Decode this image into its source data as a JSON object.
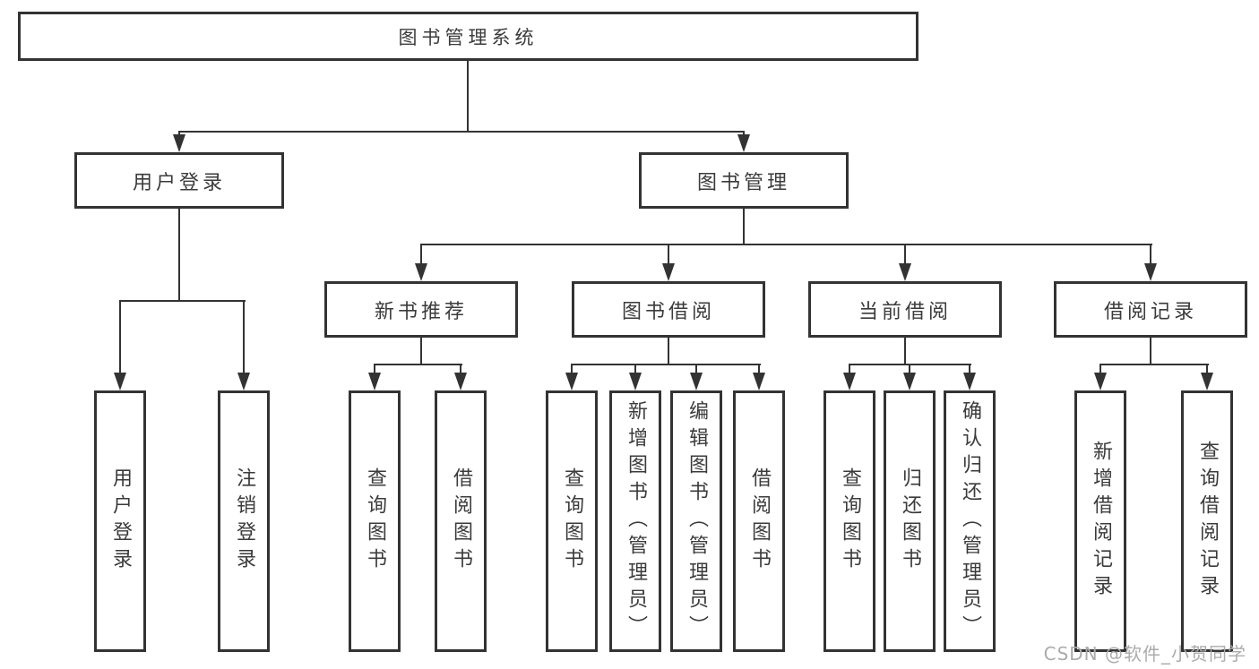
{
  "diagram": {
    "root": {
      "label": "图书管理系统",
      "children": [
        {
          "label": "用户登录",
          "children": [
            {
              "label": "用户登录"
            },
            {
              "label": "注销登录"
            }
          ]
        },
        {
          "label": "图书管理",
          "children": [
            {
              "label": "新书推荐",
              "children": [
                {
                  "label": "查询图书"
                },
                {
                  "label": "借阅图书"
                }
              ]
            },
            {
              "label": "图书借阅",
              "children": [
                {
                  "label": "查询图书"
                },
                {
                  "label": "新增图书（管理员）"
                },
                {
                  "label": "编辑图书（管理员）"
                },
                {
                  "label": "借阅图书"
                }
              ]
            },
            {
              "label": "当前借阅",
              "children": [
                {
                  "label": "查询图书"
                },
                {
                  "label": "归还图书"
                },
                {
                  "label": "确认归还（管理员）"
                }
              ]
            },
            {
              "label": "借阅记录",
              "children": [
                {
                  "label": "新增借阅记录"
                },
                {
                  "label": "查询借阅记录"
                }
              ]
            }
          ]
        }
      ]
    }
  },
  "watermark": {
    "text": "CSDN @软件_小贺同学"
  },
  "colors": {
    "line": "#333333",
    "box_border": "#333333",
    "text": "#3b3b3b",
    "watermark": "#ababab",
    "background": "#ffffff"
  }
}
